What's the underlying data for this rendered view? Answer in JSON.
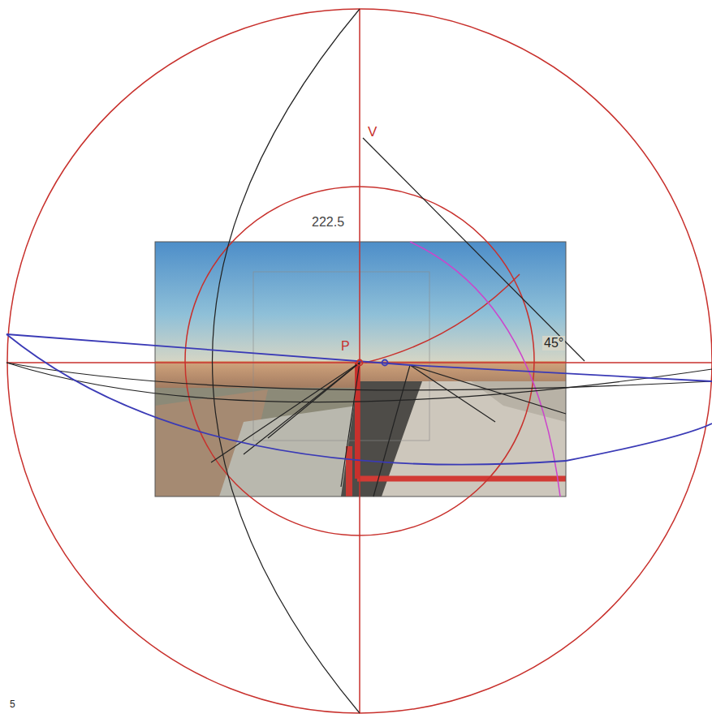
{
  "diagram": {
    "labels": [
      "V",
      "222.5",
      "P",
      "45°",
      "5"
    ]
  }
}
